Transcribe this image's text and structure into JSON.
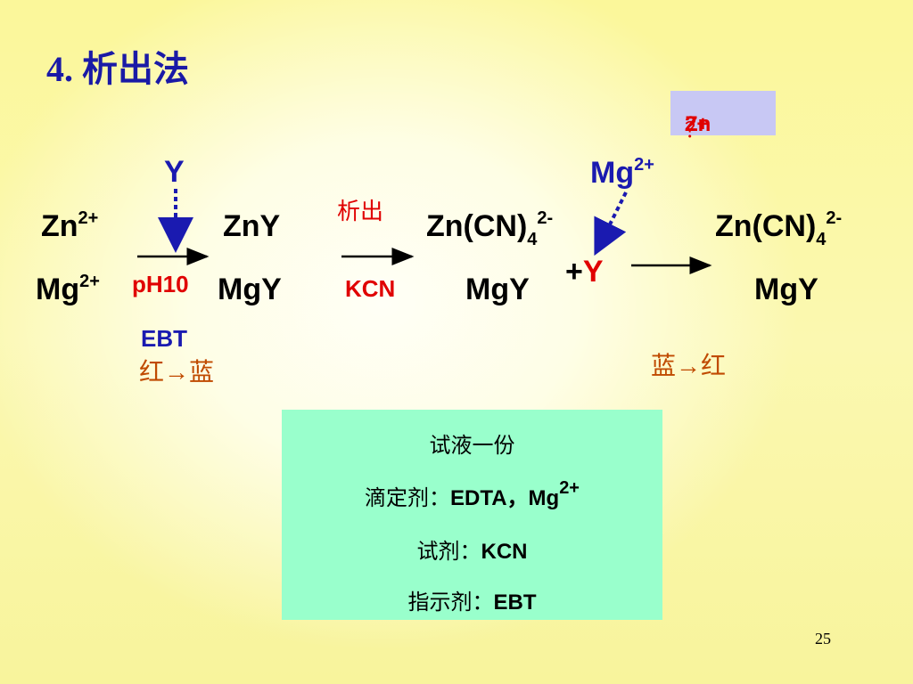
{
  "title": {
    "number": "4.",
    "text": "析出法"
  },
  "question": {
    "ion": "Zn",
    "charge": "2+",
    "mark": "？"
  },
  "reactants": {
    "zn": {
      "symbol": "Zn",
      "charge": "2+"
    },
    "mg": {
      "symbol": "Mg",
      "charge": "2+"
    }
  },
  "step1": {
    "reagent": "Y",
    "condition": "pH10",
    "indicator": "EBT",
    "color_change": "红→蓝"
  },
  "intermediate": {
    "zny": "ZnY",
    "mgy": "MgY"
  },
  "step2": {
    "label": "析出",
    "reagent": "KCN"
  },
  "complex": {
    "base": "Zn(CN)",
    "sub": "4",
    "charge": "2-"
  },
  "mgy2": "MgY",
  "released": {
    "plus": "+",
    "y": "Y"
  },
  "step3": {
    "reagent": "Mg",
    "charge": "2+",
    "color_change": "蓝→红"
  },
  "products": {
    "base": "Zn(CN)",
    "sub": "4",
    "charge": "2-",
    "mgy": "MgY"
  },
  "summary": {
    "line1": "试液一份",
    "line2_label": "滴定剂：",
    "line2_value": "EDTA，Mg",
    "line2_charge": "2+",
    "line3_label": "试剂：",
    "line3_value": "KCN",
    "line4_label": "指示剂：",
    "line4_value": "EBT"
  },
  "page_number": "25",
  "colors": {
    "title": "#1a1aa6",
    "accent_red": "#e00000",
    "accent_blue": "#1a1ab0",
    "accent_brown": "#c04a00",
    "box_green": "#99ffcc",
    "box_lavender": "#c8c8f4"
  }
}
